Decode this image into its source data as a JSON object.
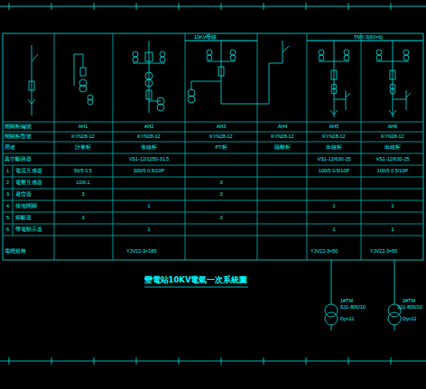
{
  "diagram": {
    "title": "變電站10KV電氣一次系統圖",
    "labels": [
      "開關柜編號",
      "AH1",
      "AH2",
      "AH3",
      "AH4",
      "AH5",
      "AH6",
      "開關柜型號",
      "KYN28-12",
      "KYN28-12",
      "KYN28-12",
      "KYN28-12",
      "KYN28-12",
      "KYN28-12",
      "用途",
      "計量柜",
      "進線柜",
      "PT柜",
      "隔離柜",
      "出線柜",
      "出線柜",
      "真空斷路器",
      "VS1-12/1250-31.5",
      "VS1-12/630-25",
      "VS1-12/630-25",
      "1",
      "電流互感器",
      "50/5 0.5",
      "300/5 0.5/10P",
      "100/5 0.5/10P",
      "100/5 0.5/10P",
      "2",
      "電壓互感器",
      "10/0.1",
      "3",
      "3",
      "避雷器",
      "3",
      "3",
      "4",
      "接地開關",
      "1",
      "1",
      "1",
      "5",
      "熔斷器",
      "3",
      "3",
      "6",
      "帶電顯示器",
      "1",
      "1",
      "1",
      "電纜規格",
      "YJV22-3×185",
      "YJV22-3×50",
      "YJV22-3×50",
      "10KV母線",
      "TMY-3(60×6)",
      "1#TM",
      "S11-800/10",
      "Dyn11",
      "2#TM",
      "S11-800/10",
      "Dyn11"
    ]
  }
}
